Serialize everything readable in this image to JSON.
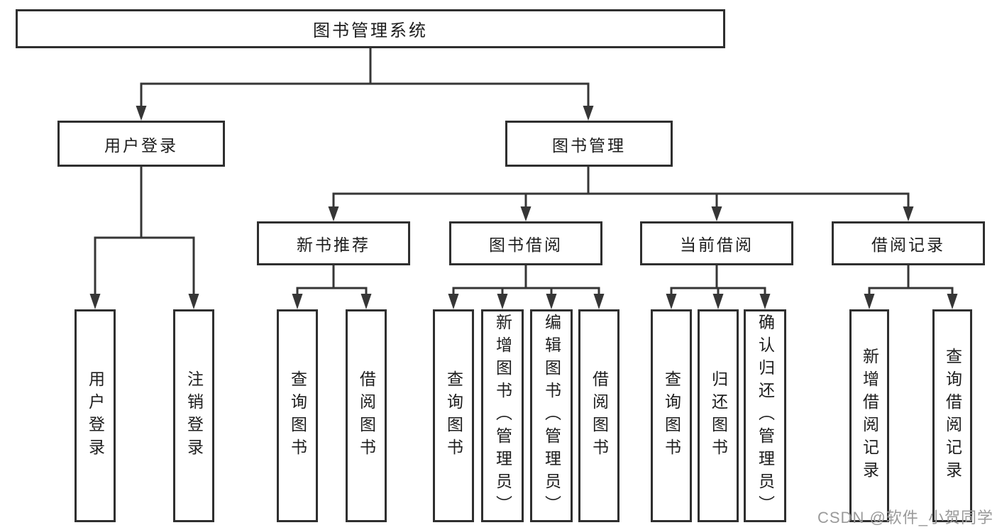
{
  "diagram": {
    "root": {
      "label": "图书管理系统"
    },
    "branches": [
      {
        "label": "用户登录",
        "children": [
          {
            "label": "用户登录"
          },
          {
            "label": "注销登录"
          }
        ]
      },
      {
        "label": "图书管理",
        "children": [
          {
            "label": "新书推荐",
            "children": [
              {
                "label": "查询图书"
              },
              {
                "label": "借阅图书"
              }
            ]
          },
          {
            "label": "图书借阅",
            "children": [
              {
                "label": "查询图书"
              },
              {
                "label": "新增图书（管理员）"
              },
              {
                "label": "编辑图书（管理员）"
              },
              {
                "label": "借阅图书"
              }
            ]
          },
          {
            "label": "当前借阅",
            "children": [
              {
                "label": "查询图书"
              },
              {
                "label": "归还图书"
              },
              {
                "label": "确认归还（管理员）"
              }
            ]
          },
          {
            "label": "借阅记录",
            "children": [
              {
                "label": "新增借阅记录"
              },
              {
                "label": "查询借阅记录"
              }
            ]
          }
        ]
      }
    ]
  },
  "watermark": "CSDN @软件_小贺同学",
  "colors": {
    "line": "#363636",
    "box_border": "#2f2f2f",
    "text": "#1d1d1d",
    "watermark": "#9a9a9a",
    "background": "#ffffff"
  }
}
